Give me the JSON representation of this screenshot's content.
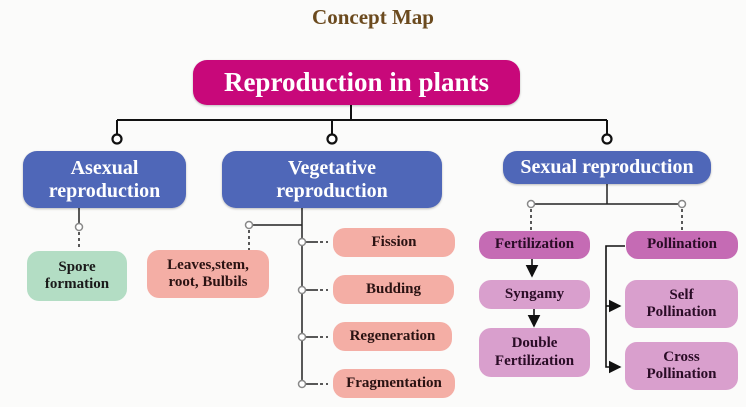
{
  "title": "Concept Map",
  "root": "Reproduction in plants",
  "asexual": {
    "label_line1": "Asexual",
    "label_line2": "reproduction",
    "children": [
      {
        "line1": "Spore",
        "line2": "formation"
      }
    ]
  },
  "vegetative": {
    "label_line1": "Vegetative",
    "label_line2": "reproduction",
    "left_child": {
      "line1": "Leaves,stem,",
      "line2": "root, Bulbils"
    },
    "children": [
      "Fission",
      "Budding",
      "Regeneration",
      "Fragmentation"
    ]
  },
  "sexual": {
    "label": "Sexual reproduction",
    "fertilization": {
      "label": "Fertilization",
      "steps": [
        {
          "line1": "Syngamy",
          "line2": ""
        },
        {
          "line1": "Double",
          "line2": "Fertilization"
        }
      ]
    },
    "pollination": {
      "label": "Pollination",
      "types": [
        {
          "line1": "Self",
          "line2": "Pollination"
        },
        {
          "line1": "Cross",
          "line2": "Pollination"
        }
      ]
    }
  },
  "colors": {
    "root": "#c8087a",
    "category": "#4f67b8",
    "spore": "#b3ddc4",
    "vegetative_items": "#f4aea5",
    "sexual_main": "#c56bb4",
    "sexual_sub": "#d99fcd",
    "title": "#6b4a1e"
  }
}
